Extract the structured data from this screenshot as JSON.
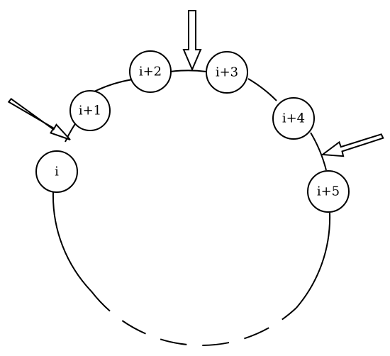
{
  "nodes": [
    {
      "label": "i"
    },
    {
      "label": "i+1"
    },
    {
      "label": "i+2"
    },
    {
      "label": "i+3"
    },
    {
      "label": "i+4"
    },
    {
      "label": "i+5"
    }
  ],
  "arrows": [
    {
      "id": "left"
    },
    {
      "id": "top"
    },
    {
      "id": "right"
    }
  ],
  "colors": {
    "stroke": "#000000",
    "background": "#ffffff"
  }
}
